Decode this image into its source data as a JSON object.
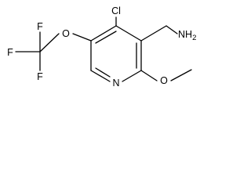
{
  "structure": {
    "atoms": {
      "cl": "Cl",
      "n_ring": "N",
      "o_ether": "O",
      "o_methoxy": "O",
      "f_top": "F",
      "f_left": "F",
      "f_bottom": "F",
      "nh2": "NH2"
    }
  }
}
